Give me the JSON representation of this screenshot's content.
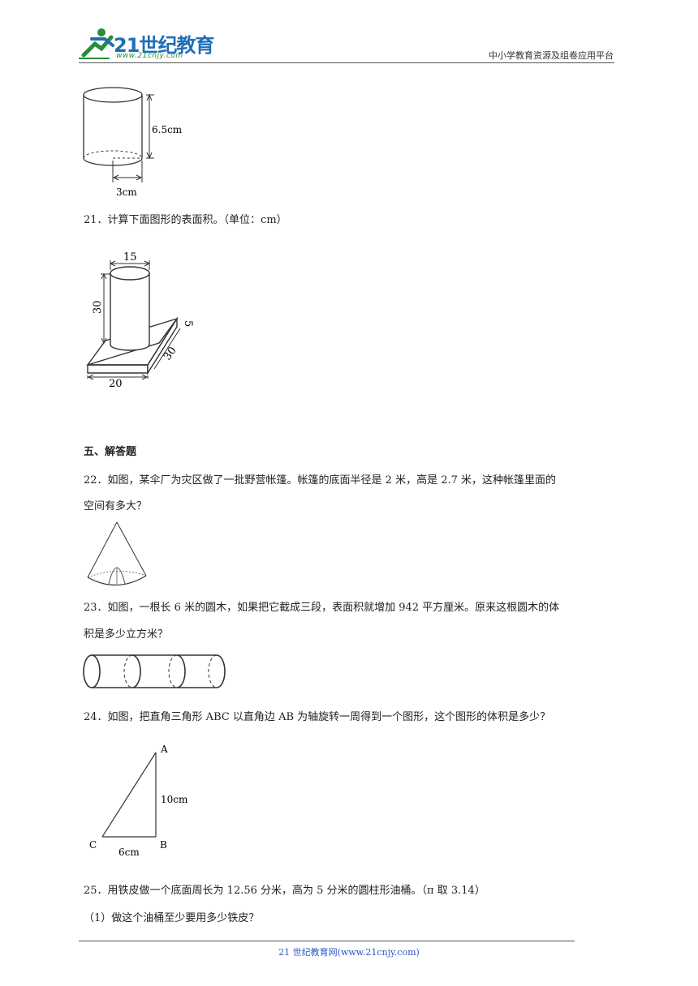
{
  "header": {
    "logo_text": "21世纪教育",
    "logo_url": "www.21cnjy.com",
    "platform": "中小学教育资源及组卷应用平台"
  },
  "figure_top": {
    "height_label": "6.5cm",
    "radius_label": "3cm"
  },
  "q21": {
    "text": "21．计算下面图形的表面积。（单位：cm）",
    "labels": {
      "diameter": "15",
      "height": "30",
      "base_height": "5",
      "base_depth": "30",
      "base_width": "20"
    }
  },
  "section5": {
    "title": "五、解答题"
  },
  "q22": {
    "line1": "22．如图，某伞厂为灾区做了一批野营帐篷。帐篷的底面半径是 2 米，高是 2.7 米，这种帐篷里面的",
    "line2": "空间有多大？"
  },
  "q23": {
    "line1": "23．如图，一根长 6 米的圆木，如果把它截成三段，表面积就增加 942 平方厘米。原来这根圆木的体",
    "line2": "积是多少立方米？"
  },
  "q24": {
    "line1": "24．如图，把直角三角形 ABC 以直角边 AB 为轴旋转一周得到一个图形，这个图形的体积是多少？",
    "labels": {
      "a": "A",
      "b": "B",
      "c": "C",
      "ab": "10cm",
      "cb": "6cm"
    }
  },
  "q25": {
    "line1": "25．用铁皮做一个底面周长为 12.56 分米，高为 5 分米的圆柱形油桶。（π 取 3.14）",
    "sub1": "（1）做这个油桶至少要用多少铁皮？"
  },
  "footer": {
    "text": "21 世纪教育网(www.21cnjy.com)"
  }
}
